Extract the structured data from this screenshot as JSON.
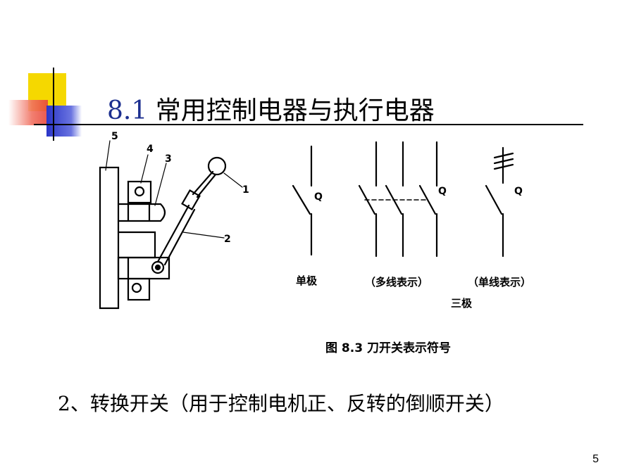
{
  "slide": {
    "title_number": "8.1",
    "title_text": "常用控制电器与执行电器",
    "caption": "图 8.3   刀开关表示符号",
    "body_text": "2、转换开关（用于控制电机正、反转的倒顺开关）",
    "page_number": "5"
  },
  "figure": {
    "part_labels": [
      "5",
      "4",
      "3",
      "1",
      "2"
    ],
    "symbol_q": "Q",
    "label_single_pole": "单极",
    "label_multiline": "（多线表示）",
    "label_singleline": "（单线表示）",
    "label_three_pole": "三极"
  },
  "colors": {
    "deco_yellow": "#f5d800",
    "deco_red": "#e8463a",
    "deco_blue": "#2a35c8",
    "title_number_blue": "#1c2f8f"
  }
}
